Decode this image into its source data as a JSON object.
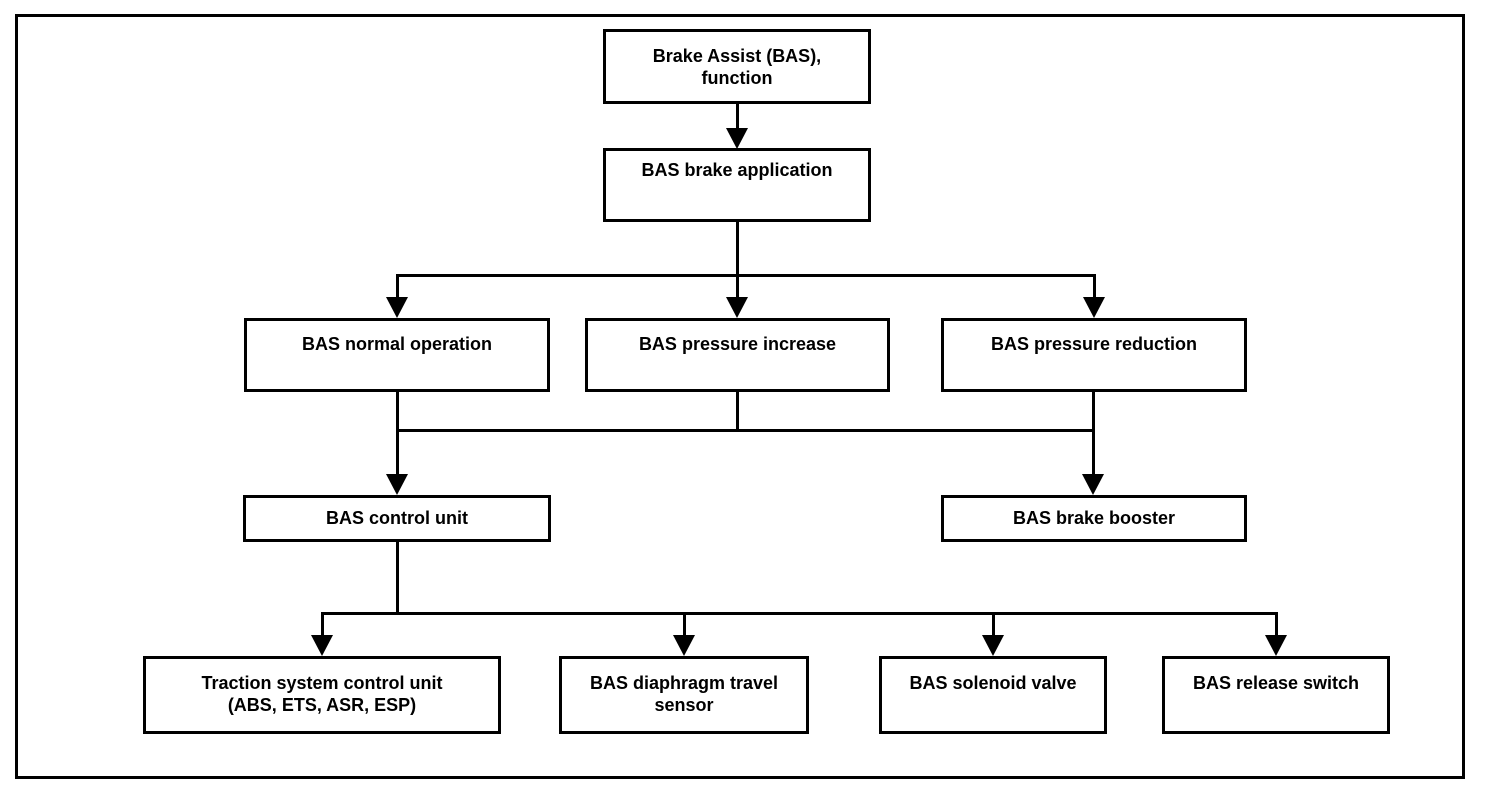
{
  "diagram": {
    "background_color": "#ffffff",
    "line_color": "#000000",
    "box_fill_color": "#ffffff",
    "text_color": "#000000",
    "nodes": {
      "function": {
        "label": "Brake Assist (BAS),\nfunction"
      },
      "brake_application": {
        "label": "BAS brake application"
      },
      "normal_operation": {
        "label": "BAS normal operation"
      },
      "pressure_increase": {
        "label": "BAS pressure increase"
      },
      "pressure_reduction": {
        "label": "BAS pressure reduction"
      },
      "control_unit": {
        "label": "BAS control unit"
      },
      "brake_booster": {
        "label": "BAS brake booster"
      },
      "traction_control_unit": {
        "label": "Traction system control unit\n(ABS, ETS, ASR, ESP)"
      },
      "diaphragm_travel_sensor": {
        "label": "BAS diaphragm travel\nsensor"
      },
      "solenoid_valve": {
        "label": "BAS solenoid valve"
      },
      "release_switch": {
        "label": "BAS release switch"
      }
    },
    "edges": [
      {
        "from": "function",
        "to": "brake_application"
      },
      {
        "from": "brake_application",
        "to": "normal_operation"
      },
      {
        "from": "brake_application",
        "to": "pressure_increase"
      },
      {
        "from": "brake_application",
        "to": "pressure_reduction"
      },
      {
        "from": "normal_operation / pressure_increase / pressure_reduction",
        "to": "control_unit"
      },
      {
        "from": "normal_operation / pressure_increase / pressure_reduction",
        "to": "brake_booster"
      },
      {
        "from": "control_unit",
        "to": "traction_control_unit"
      },
      {
        "from": "control_unit",
        "to": "diaphragm_travel_sensor"
      },
      {
        "from": "control_unit",
        "to": "solenoid_valve"
      },
      {
        "from": "control_unit",
        "to": "release_switch"
      }
    ]
  }
}
